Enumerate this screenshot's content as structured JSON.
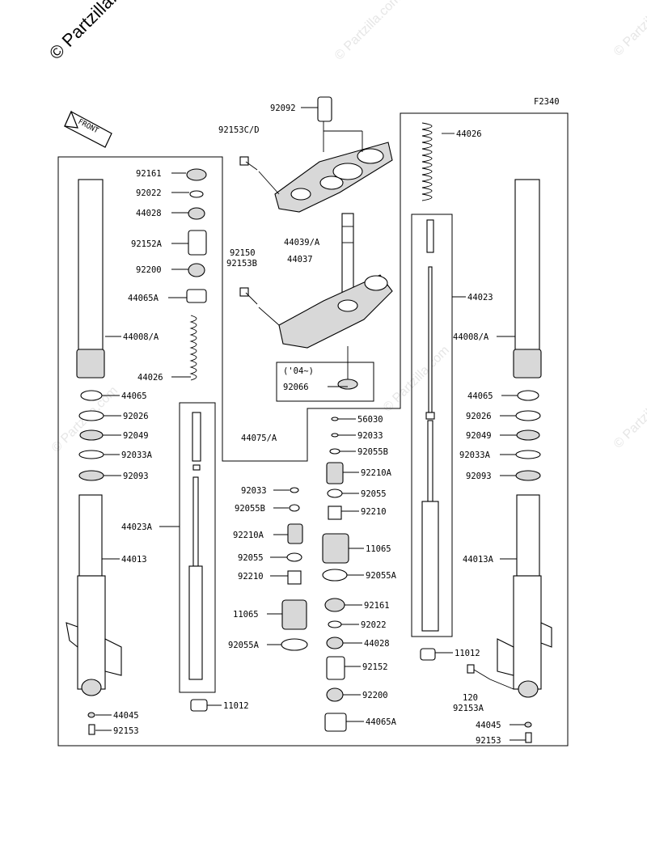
{
  "watermark": {
    "main": "© Partzilla.com",
    "faint": "© Partzilla.com"
  },
  "diagram_code": "F2340",
  "front_arrow_label": "FRONT",
  "year_note": "('04~)",
  "labels": {
    "l92092": "92092",
    "l92153cd": "92153C/D",
    "l44039a": "44039/A",
    "l92150": "92150",
    "l92153b": "92153B",
    "l44037": "44037",
    "l92066": "92066",
    "l92161_l": "92161",
    "l92022_l": "92022",
    "l44028_l": "44028",
    "l92152a": "92152A",
    "l92200_l": "92200",
    "l44065a_l": "44065A",
    "l44008a_l": "44008/A",
    "l44026_l": "44026",
    "l44065_l": "44065",
    "l92026_l": "92026",
    "l92049_l": "92049",
    "l92033a_l": "92033A",
    "l92093_l": "92093",
    "l44023a": "44023A",
    "l44013": "44013",
    "l44045_l": "44045",
    "l92153_l": "92153",
    "l44075a": "44075/A",
    "l92033_c": "92033",
    "l92055b_c": "92055B",
    "l92210a_c": "92210A",
    "l92055_c": "92055",
    "l92210_c": "92210",
    "l11065_c": "11065",
    "l92055a_c": "92055A",
    "l11012_c": "11012",
    "l56030": "56030",
    "l92033_m": "92033",
    "l92055b_m": "92055B",
    "l92210a_m": "92210A",
    "l92055_m": "92055",
    "l92210_m": "92210",
    "l11065_m": "11065",
    "l92055a_m": "92055A",
    "l92161_m": "92161",
    "l92022_m": "92022",
    "l44028_m": "44028",
    "l92152_m": "92152",
    "l92200_m": "92200",
    "l44065a_m": "44065A",
    "l44026_r": "44026",
    "l44023_r": "44023",
    "l44008a_r": "44008/A",
    "l44065_r": "44065",
    "l92026_r": "92026",
    "l92049_r": "92049",
    "l92033a_r": "92033A",
    "l92093_r": "92093",
    "l44013a": "44013A",
    "l11012_r": "11012",
    "l120": "120",
    "l92153a": "92153A",
    "l44045_r": "44045",
    "l92153_r": "92153"
  }
}
